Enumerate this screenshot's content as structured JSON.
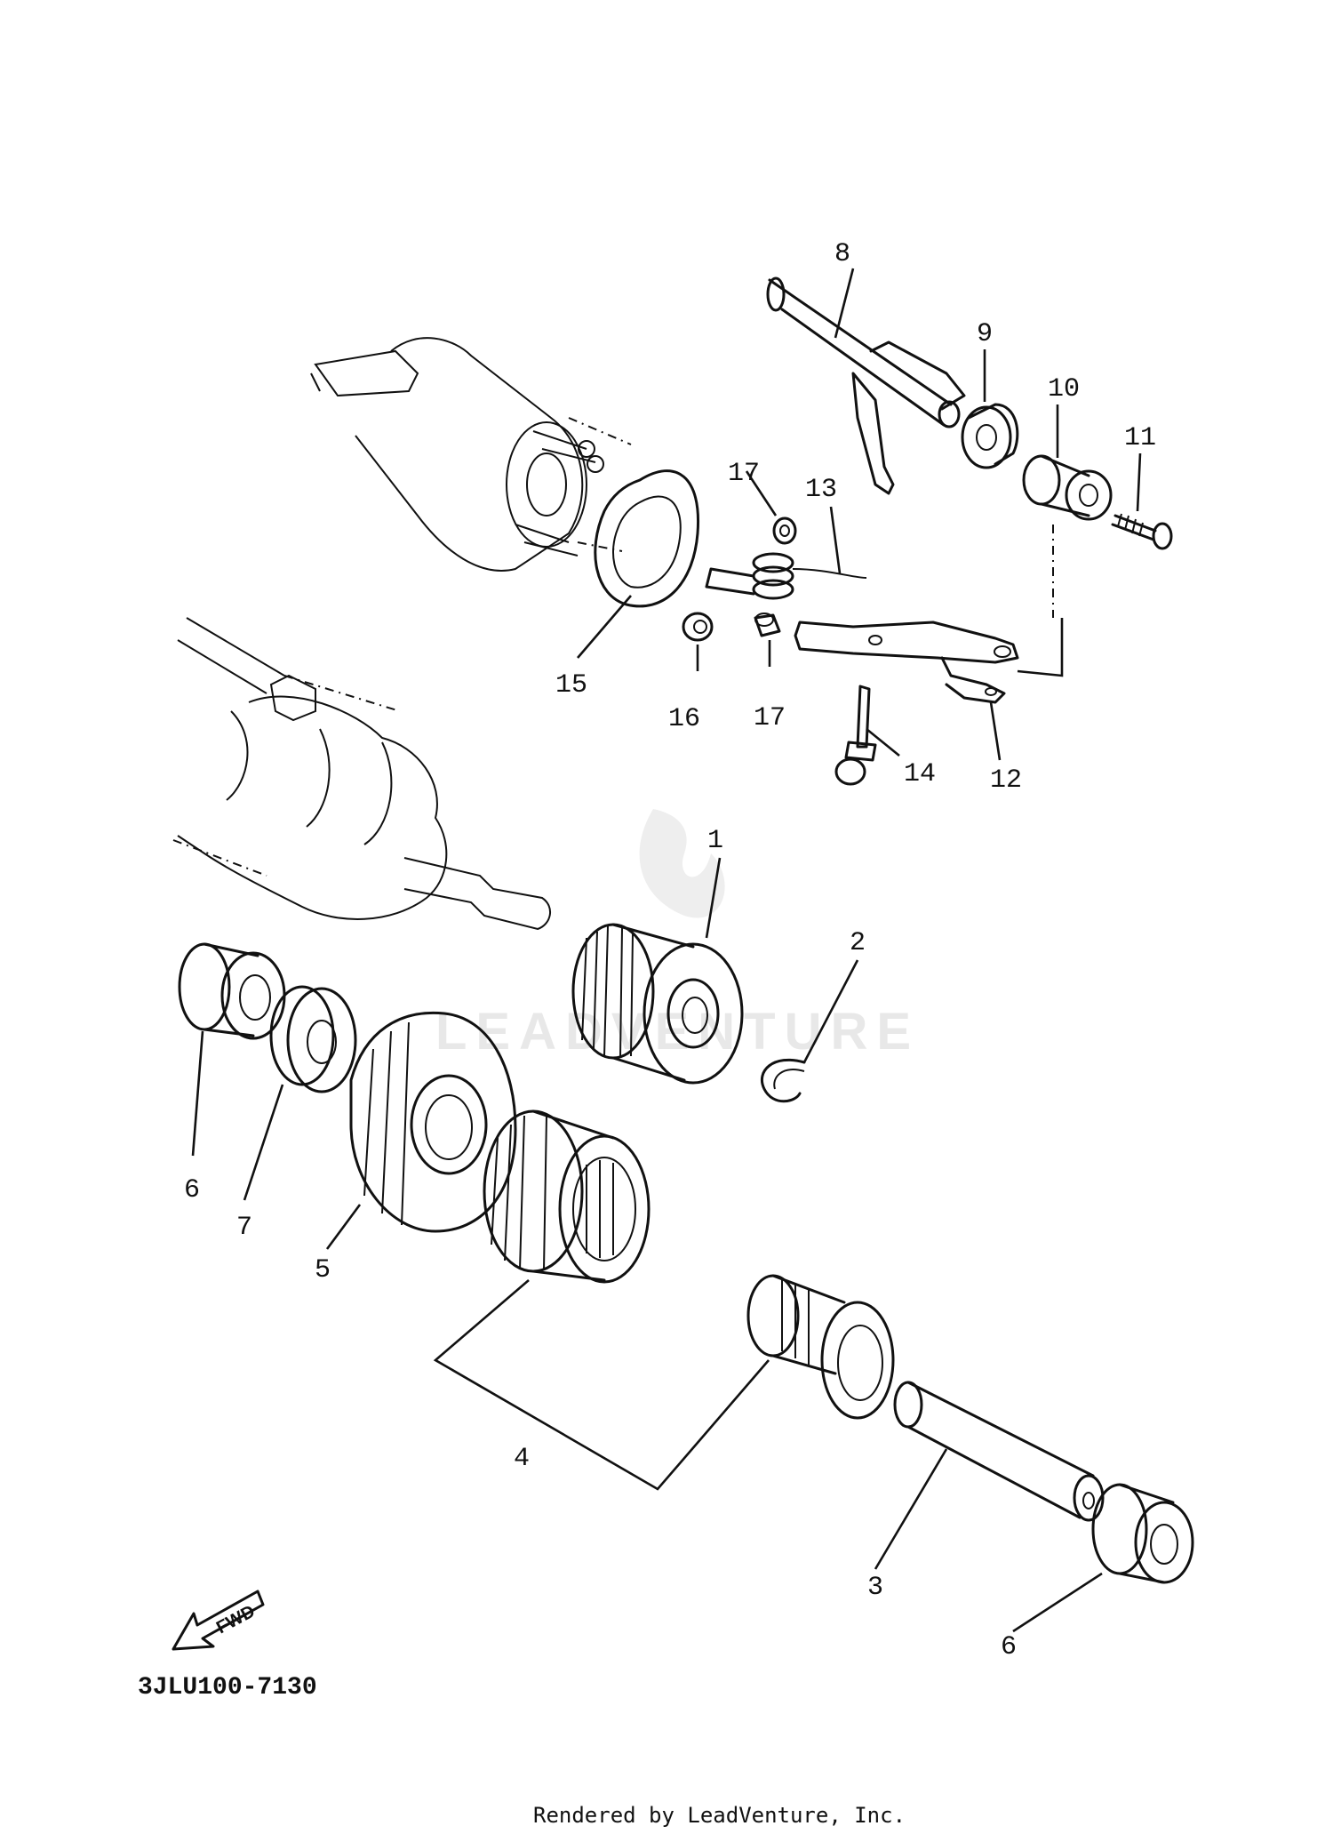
{
  "diagram": {
    "part_labels": [
      "1",
      "2",
      "3",
      "4",
      "5",
      "6",
      "7",
      "8",
      "9",
      "10",
      "11",
      "12",
      "13",
      "14",
      "15",
      "16",
      "17"
    ],
    "fwd_label": "FWD",
    "diagram_code": "3JLU100-7130",
    "footer": "Rendered by LeadVenture, Inc.",
    "watermark": "LEADVENTURE"
  }
}
